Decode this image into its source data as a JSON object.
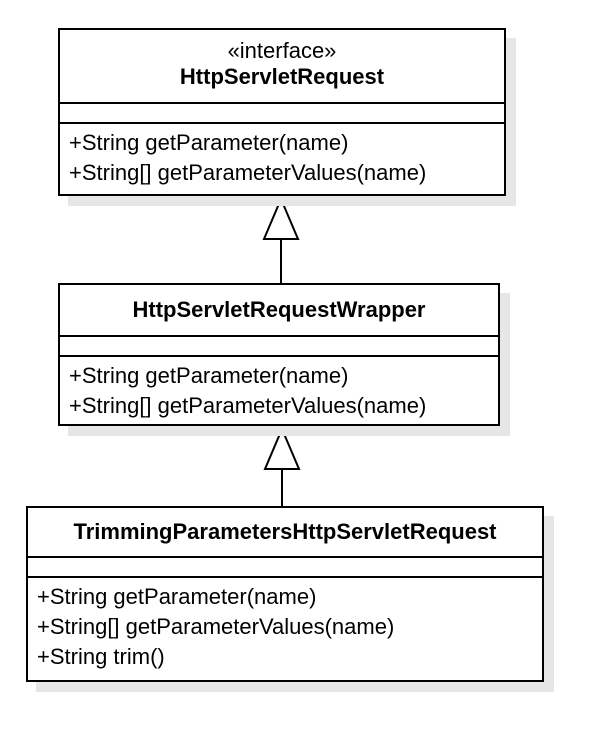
{
  "classes": [
    {
      "stereotype": "«interface»",
      "name": "HttpServletRequest",
      "operations": [
        "+String getParameter(name)",
        "+String[] getParameterValues(name)"
      ]
    },
    {
      "name": "HttpServletRequestWrapper",
      "operations": [
        "+String getParameter(name)",
        "+String[] getParameterValues(name)"
      ]
    },
    {
      "name": "TrimmingParametersHttpServletRequest",
      "operations": [
        "+String getParameter(name)",
        "+String[] getParameterValues(name)",
        "+String trim()"
      ]
    }
  ],
  "relationships": [
    {
      "type": "realization",
      "from": "HttpServletRequestWrapper",
      "to": "HttpServletRequest"
    },
    {
      "type": "generalization",
      "from": "TrimmingParametersHttpServletRequest",
      "to": "HttpServletRequestWrapper"
    }
  ]
}
